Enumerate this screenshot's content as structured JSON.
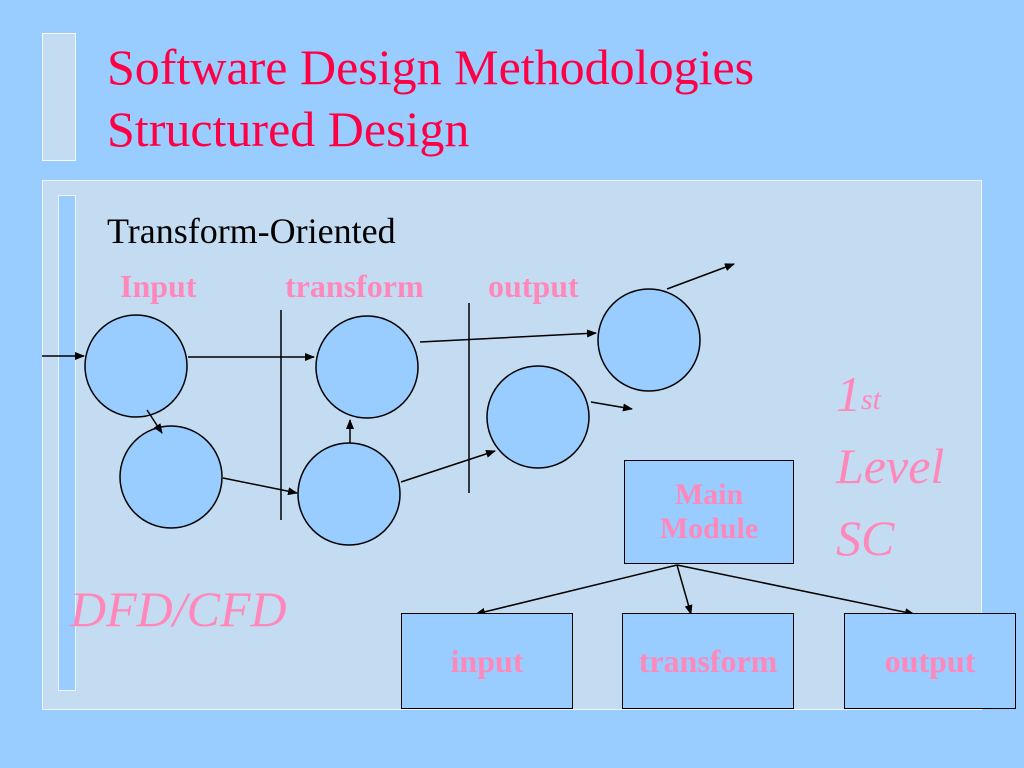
{
  "slide": {
    "title_line1": "Software Design Methodologies",
    "title_line2": "Structured Design",
    "subtitle": "Transform-Oriented",
    "columns": {
      "input": "Input",
      "transform": "transform",
      "output": "output"
    },
    "dfd_label": "DFD/CFD",
    "sc_label": {
      "number": "1",
      "superscript": "st",
      "line2": "Level",
      "line3": "SC"
    },
    "main_module": {
      "line1": "Main",
      "line2": "Module"
    },
    "modules": {
      "input": "input",
      "transform": "transform",
      "output": "output"
    }
  },
  "colors": {
    "background": "#99ccff",
    "panel": "#c4dcf2",
    "title": "#ff0044",
    "accent_pink": "#ff88bb",
    "bubble_fill": "#99ccff"
  }
}
